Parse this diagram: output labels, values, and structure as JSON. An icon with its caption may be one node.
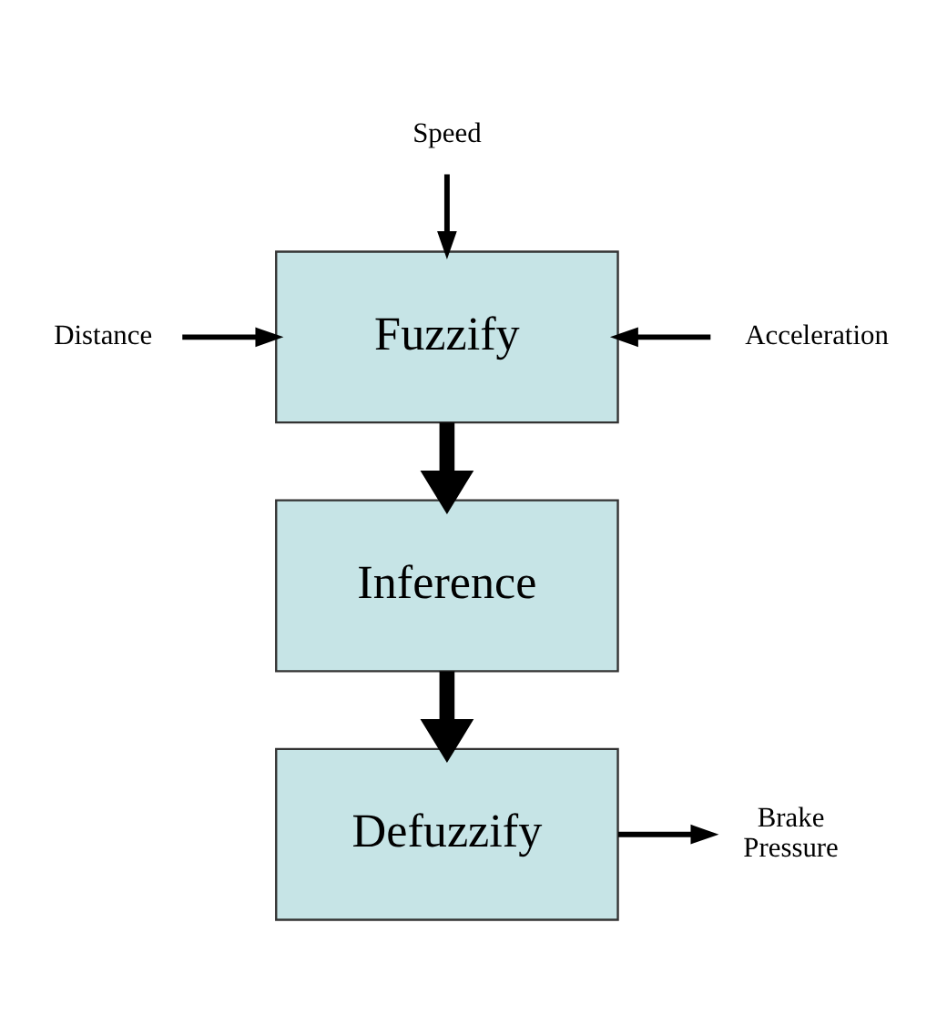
{
  "diagram": {
    "nodes": [
      {
        "text": [
          "Speed"
        ]
      },
      {
        "text": [
          "Distance"
        ]
      },
      {
        "text": [
          "Acceleration"
        ]
      },
      {
        "text": [
          "Fuzzify"
        ]
      },
      {
        "text": [
          "Inference"
        ]
      },
      {
        "text": [
          "Defuzzify"
        ]
      },
      {
        "text": [
          "Brake Pressure"
        ]
      }
    ],
    "edges": [
      {
        "from": 0,
        "to": 3,
        "arrow": "to"
      },
      {
        "from": 1,
        "to": 3,
        "arrow": "to"
      },
      {
        "from": 2,
        "to": 3,
        "arrow": "to"
      },
      {
        "from": 3,
        "to": 4,
        "arrow": "to",
        "style": "thick"
      },
      {
        "from": 4,
        "to": 5,
        "arrow": "to",
        "style": "thick"
      },
      {
        "from": 5,
        "to": 6,
        "arrow": "to"
      }
    ]
  }
}
